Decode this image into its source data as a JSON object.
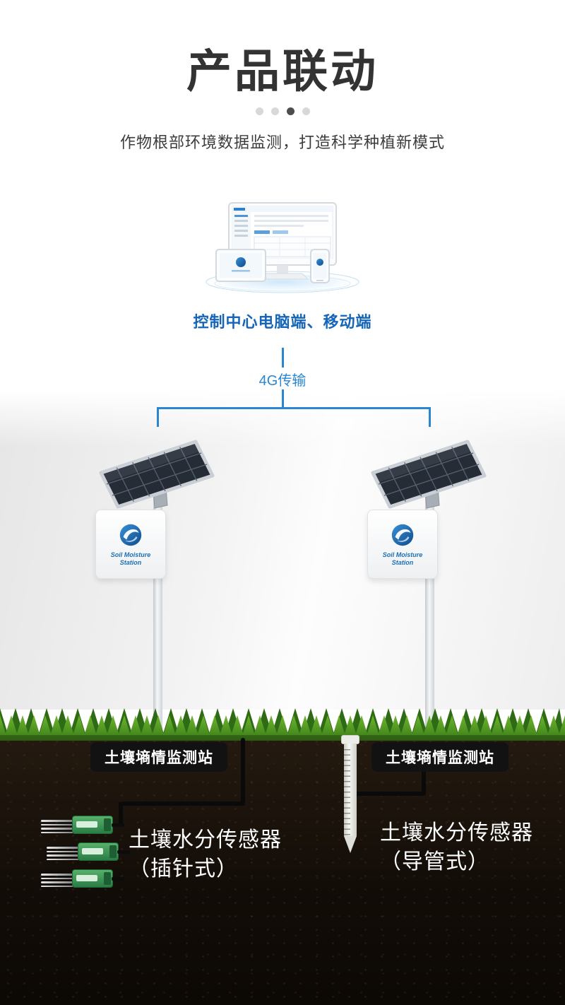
{
  "header": {
    "title": "产品联动",
    "subtitle": "作物根部环境数据监测，打造科学种植新模式",
    "carousel": {
      "count": 4,
      "active_index": 2
    }
  },
  "control_center": {
    "caption": "控制中心电脑端、移动端"
  },
  "connection": {
    "label": "4G传输"
  },
  "stations": {
    "left": {
      "badge": "土壤墒情监测站",
      "logo_text": "Soil Moisture Station",
      "sensor": {
        "name": "土壤水分传感器",
        "type": "（插针式）"
      }
    },
    "right": {
      "badge": "土壤墒情监测站",
      "logo_text": "Soil Moisture Station",
      "sensor": {
        "name": "土壤水分传感器",
        "type": "（导管式）"
      }
    }
  },
  "colors": {
    "accent_blue": "#2a86d1",
    "caption_blue": "#1565b8",
    "grass_green": "#5aa42d",
    "soil_dark": "#17110b",
    "probe_green": "#2a7d44"
  }
}
